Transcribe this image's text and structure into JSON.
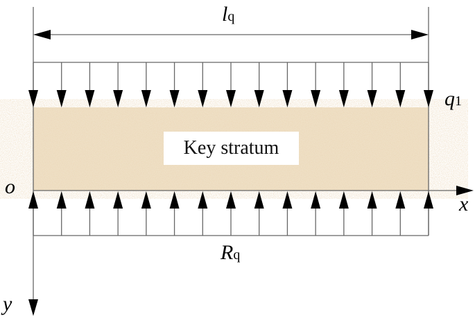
{
  "diagram": {
    "stratum_label": "Key stratum",
    "span_label": "l",
    "span_sub": "q",
    "load_label": "q",
    "load_sub": "1",
    "reaction_label": "R",
    "reaction_sub": "q",
    "origin_label": "o",
    "x_axis_label": "x",
    "y_axis_label": "y",
    "arrow_count_top": 15,
    "arrow_count_bottom": 15,
    "stratum_color": "#e3c9a0"
  }
}
